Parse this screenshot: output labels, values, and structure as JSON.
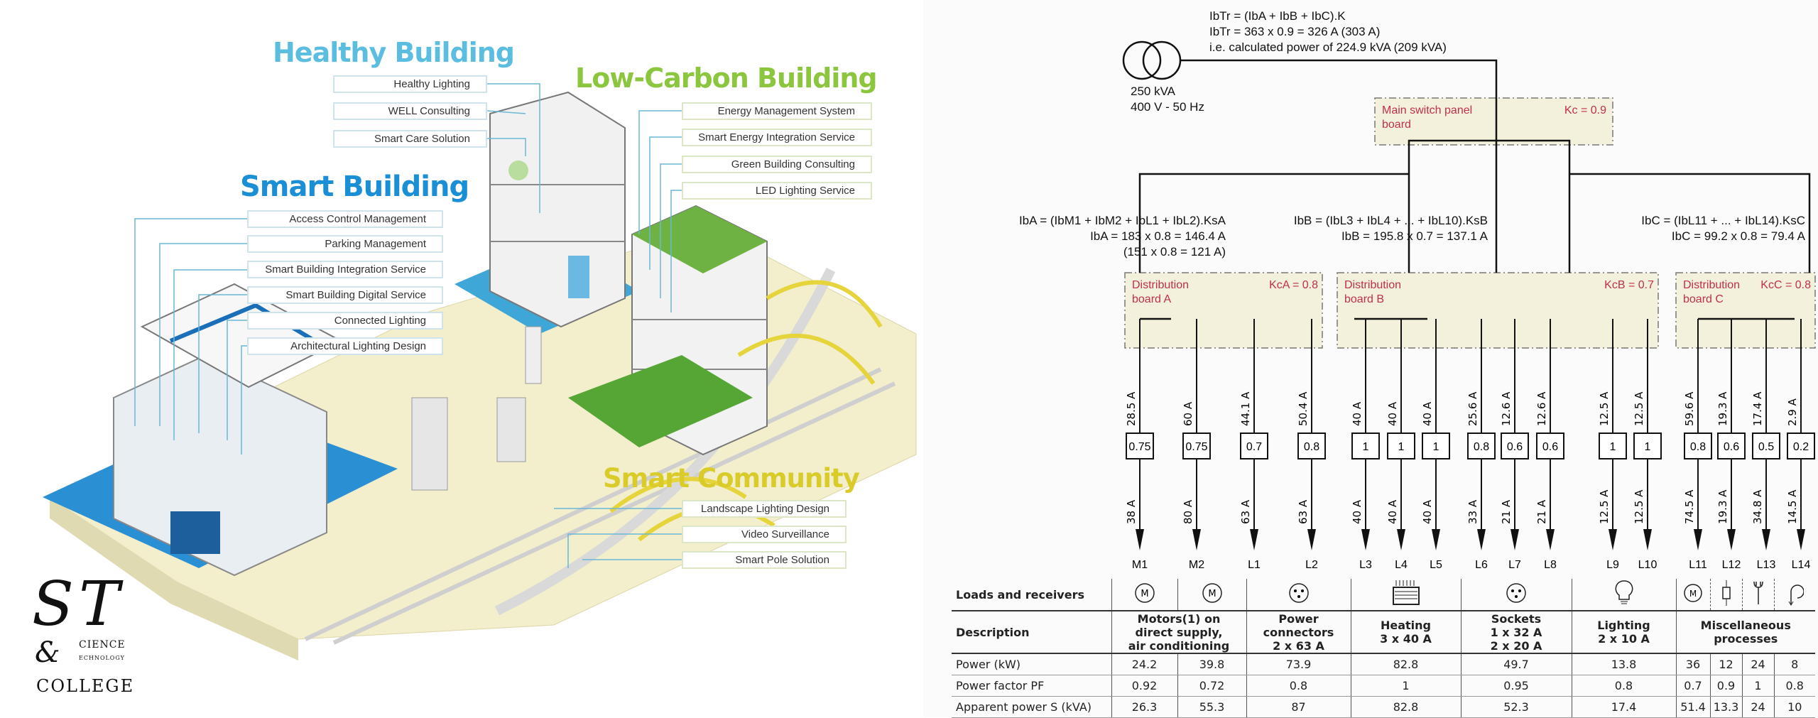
{
  "left": {
    "sections": {
      "healthy": {
        "title": "Healthy Building",
        "items": [
          "Healthy Lighting",
          "WELL Consulting",
          "Smart Care Solution"
        ]
      },
      "low_carbon": {
        "title": "Low-Carbon Building",
        "items": [
          "Energy Management System",
          "Smart Energy Integration Service",
          "Green Building Consulting",
          "LED Lighting Service"
        ]
      },
      "smart": {
        "title": "Smart Building",
        "items": [
          "Access Control Management",
          "Parking Management",
          "Smart Building Integration Service",
          "Smart Building Digital Service",
          "Connected Lighting",
          "Architectural Lighting Design"
        ]
      },
      "community": {
        "title": "Smart Community",
        "items": [
          "Landscape Lighting Design",
          "Video Surveillance",
          "Smart Pole Solution"
        ]
      }
    },
    "logo": {
      "s": "S",
      "t": "T",
      "cience": "CIENCE",
      "amp": "&",
      "echnology": "ECHNOLOGY",
      "college": "COLLEGE"
    }
  },
  "diagram": {
    "transformer": {
      "rating": "250 kVA",
      "voltage": "400 V - 50 Hz"
    },
    "transformer_formula": [
      "IbTr = (IbA + IbB + IbC).K",
      "IbTr = 363 x 0.9 = 326 A (303 A)",
      "i.e. calculated power of 224.9 kVA (209 kVA)"
    ],
    "main_board": {
      "label_line1": "Main switch panel",
      "label_line2": "board",
      "kc": "Kc = 0.9"
    },
    "boards": [
      {
        "line1": "Distribution",
        "line2": "board A",
        "kc": "KcA = 0.8",
        "formula": [
          "IbA = (IbM1 + IbM2 + IbL1 + IbL2).KsA",
          "IbA = 183 x 0.8 = 146.4 A",
          "(151 x 0.8 = 121 A)"
        ]
      },
      {
        "line1": "Distribution",
        "line2": "board B",
        "kc": "KcB = 0.7",
        "formula": [
          "IbB = (IbL3 + IbL4 + ... + IbL10).KsB",
          "IbB = 195.8 x 0.7 = 137.1 A"
        ]
      },
      {
        "line1": "Distribution",
        "line2": "board C",
        "kc": "KcC = 0.8",
        "formula": [
          "IbC = (IbL11 + ... + IbL14).KsC",
          "IbC = 99.2 x 0.8 = 79.4 A"
        ]
      }
    ],
    "branches": [
      {
        "name": "M1",
        "upstream": "28.5 A",
        "factor": "0.75",
        "downstream": "38 A"
      },
      {
        "name": "M2",
        "upstream": "60 A",
        "factor": "0.75",
        "downstream": "80 A"
      },
      {
        "name": "L1",
        "upstream": "44.1 A",
        "factor": "0.7",
        "downstream": "63 A"
      },
      {
        "name": "L2",
        "upstream": "50.4 A",
        "factor": "0.8",
        "downstream": "63 A"
      },
      {
        "name": "L3",
        "upstream": "40 A",
        "factor": "1",
        "downstream": "40 A"
      },
      {
        "name": "L4",
        "upstream": "40 A",
        "factor": "1",
        "downstream": "40 A"
      },
      {
        "name": "L5",
        "upstream": "40 A",
        "factor": "1",
        "downstream": "40 A"
      },
      {
        "name": "L6",
        "upstream": "25.6 A",
        "factor": "0.8",
        "downstream": "33 A"
      },
      {
        "name": "L7",
        "upstream": "12.6 A",
        "factor": "0.6",
        "downstream": "21 A"
      },
      {
        "name": "L8",
        "upstream": "12.6 A",
        "factor": "0.6",
        "downstream": "21 A"
      },
      {
        "name": "L9",
        "upstream": "12.5 A",
        "factor": "1",
        "downstream": "12.5 A"
      },
      {
        "name": "L10",
        "upstream": "12.5 A",
        "factor": "1",
        "downstream": "12.5 A"
      },
      {
        "name": "L11",
        "upstream": "59.6 A",
        "factor": "0.8",
        "downstream": "74.5 A"
      },
      {
        "name": "L12",
        "upstream": "19.3 A",
        "factor": "0.6",
        "downstream": "19.3 A"
      },
      {
        "name": "L13",
        "upstream": "17.4 A",
        "factor": "0.5",
        "downstream": "34.8 A"
      },
      {
        "name": "L14",
        "upstream": "2.9 A",
        "factor": "0.2",
        "downstream": "14.5 A"
      }
    ]
  },
  "table": {
    "row_headers": {
      "loads": "Loads and receivers",
      "description": "Description",
      "power": "Power (kW)",
      "pf": "Power factor PF",
      "apparent": "Apparent power S (kVA)"
    },
    "motor_symbol": "M",
    "descriptions": {
      "motors": [
        "Motors(1) on",
        "direct supply,",
        "air conditioning"
      ],
      "connectors": [
        "Power",
        "connectors",
        "2 x 63 A"
      ],
      "heating": [
        "Heating",
        "3 x 40 A"
      ],
      "sockets": [
        "Sockets",
        "1 x 32 A",
        "2 x 20 A"
      ],
      "lighting": [
        "Lighting",
        "2 x 10 A"
      ],
      "misc": [
        "Miscellaneous",
        "processes"
      ]
    },
    "power": [
      "24.2",
      "39.8",
      "73.9",
      "82.8",
      "49.7",
      "13.8",
      "36",
      "12",
      "24",
      "8"
    ],
    "pf": [
      "0.92",
      "0.72",
      "0.8",
      "1",
      "0.95",
      "0.8",
      "0.7",
      "0.9",
      "1",
      "0.8"
    ],
    "apparent": [
      "26.3",
      "55.3",
      "87",
      "82.8",
      "52.3",
      "17.4",
      "51.4",
      "13.3",
      "24",
      "10"
    ]
  }
}
